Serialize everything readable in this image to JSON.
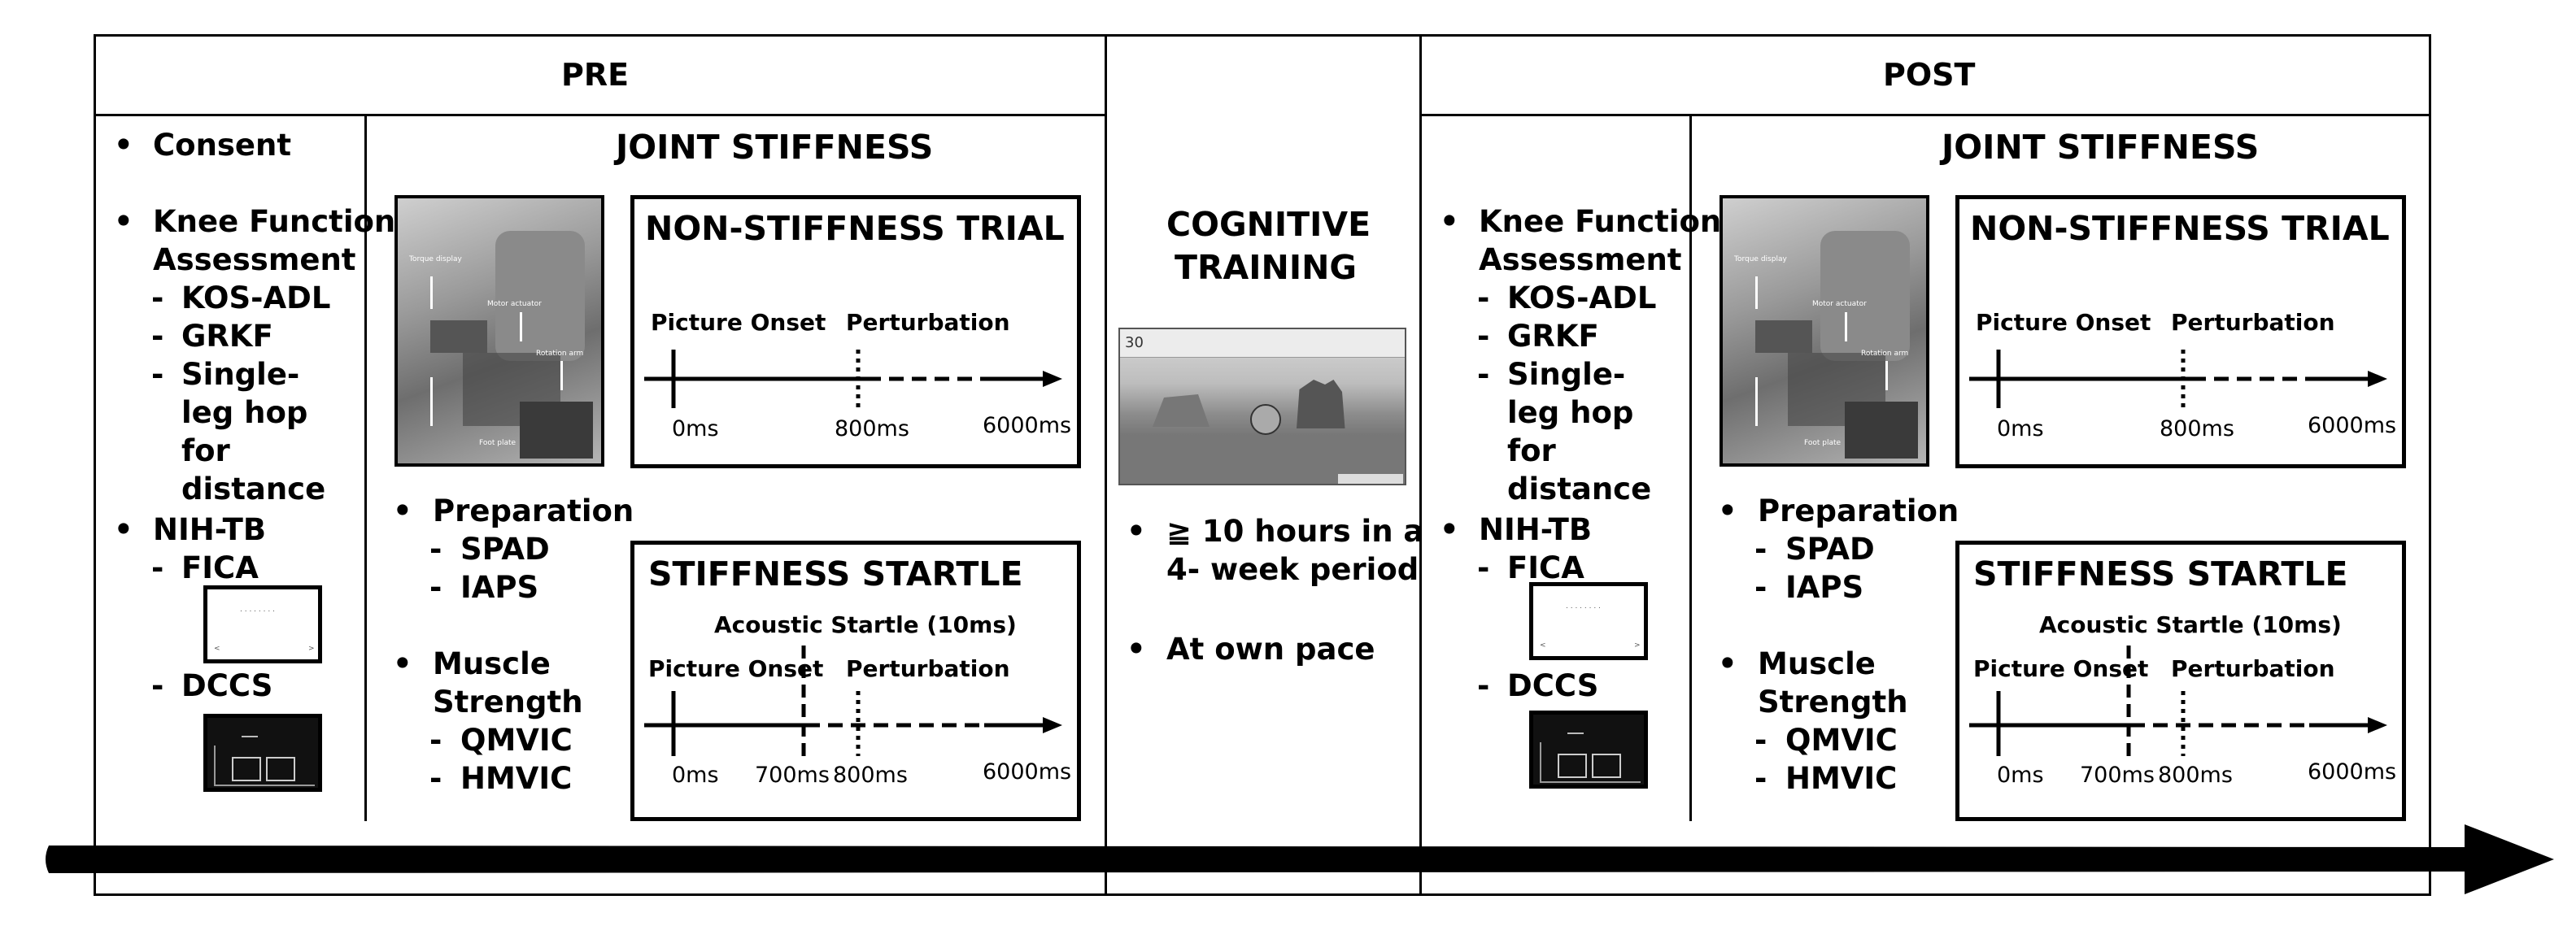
{
  "pre": {
    "header": "PRE",
    "left": {
      "bullets": [
        {
          "label": "Consent"
        },
        {
          "label": "Knee Function Assessment",
          "line1": "Knee Function",
          "line2": "Assessment",
          "subs": [
            "KOS-ADL",
            "GRKF",
            "Single-leg hop for distance"
          ]
        },
        {
          "label": "NIH-TB",
          "subs": [
            "FICA",
            "DCCS"
          ]
        }
      ]
    },
    "joint": {
      "title": "JOINT STIFFNESS",
      "photo_labels": [
        "Torque display",
        "Motor actuator",
        "Rotation arm",
        "Foot plate"
      ],
      "prep": {
        "label": "Preparation",
        "subs": [
          "SPAD",
          "IAPS"
        ]
      },
      "muscle": {
        "label": "Muscle Strength",
        "line1": "Muscle",
        "line2": "Strength",
        "subs": [
          "QMVIC",
          "HMVIC"
        ]
      },
      "non_stiffness": {
        "title": "NON-STIFFNESS TRIAL",
        "picture_onset": "Picture Onset",
        "perturbation": "Perturbation",
        "t0": "0ms",
        "t1": "800ms",
        "t2": "6000ms"
      },
      "stiffness_startle": {
        "title": "STIFFNESS STARTLE",
        "acoustic": "Acoustic Startle (10ms)",
        "picture_onset": "Picture Onset",
        "perturbation": "Perturbation",
        "t0": "0ms",
        "t1": "700ms",
        "t2": "800ms",
        "t3": "6000ms"
      }
    }
  },
  "cognitive": {
    "title_line1": "COGNITIVE",
    "title_line2": "TRAINING",
    "screen_counter": "30",
    "bullets": [
      {
        "line1": "≧ 10 hours in a",
        "line2": "4- week period"
      },
      {
        "line1": "At own pace"
      }
    ]
  },
  "post": {
    "header": "POST",
    "left": {
      "bullets": [
        {
          "label": "Knee Function Assessment",
          "line1": "Knee Function",
          "line2": "Assessment",
          "subs": [
            "KOS-ADL",
            "GRKF",
            "Single-leg hop for distance"
          ]
        },
        {
          "label": "NIH-TB",
          "subs": [
            "FICA",
            "DCCS"
          ]
        }
      ]
    },
    "joint": {
      "title": "JOINT STIFFNESS",
      "photo_labels": [
        "Torque display",
        "Motor actuator",
        "Rotation arm",
        "Foot plate"
      ],
      "prep": {
        "label": "Preparation",
        "subs": [
          "SPAD",
          "IAPS"
        ]
      },
      "muscle": {
        "label": "Muscle Strength",
        "line1": "Muscle",
        "line2": "Strength",
        "subs": [
          "QMVIC",
          "HMVIC"
        ]
      },
      "non_stiffness": {
        "title": "NON-STIFFNESS TRIAL",
        "picture_onset": "Picture Onset",
        "perturbation": "Perturbation",
        "t0": "0ms",
        "t1": "800ms",
        "t2": "6000ms"
      },
      "stiffness_startle": {
        "title": "STIFFNESS STARTLE",
        "acoustic": "Acoustic Startle (10ms)",
        "picture_onset": "Picture Onset",
        "perturbation": "Perturbation",
        "t0": "0ms",
        "t1": "700ms",
        "t2": "800ms",
        "t3": "6000ms"
      }
    }
  },
  "colors": {
    "ink": "#000000",
    "background": "#ffffff"
  }
}
